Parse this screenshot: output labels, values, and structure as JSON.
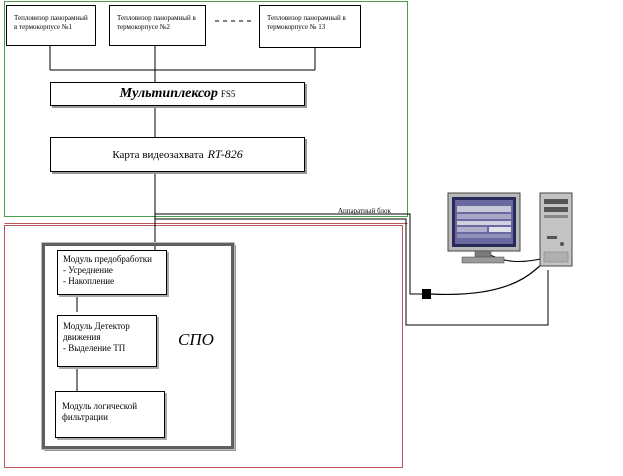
{
  "cameras": [
    {
      "line1": "Тепловизор панорамный",
      "line2": "в термокорпусе №1"
    },
    {
      "line1": "Тепловизор панорамный в",
      "line2": "термокорпусе №2"
    },
    {
      "line1": "Тепловизор панорамный в",
      "line2": "термокорпусе № 13"
    }
  ],
  "multiplexer": {
    "name": "Мультиплексор",
    "model": "FS5"
  },
  "capture_card": {
    "name": "Карта видеозахвата",
    "model": "RT-826"
  },
  "hardware_block_caption": "Аппаратный блок",
  "spo_label": "СПО",
  "modules": [
    {
      "lines": [
        "Модуль предобработки",
        "- Усреднение",
        "- Накопление"
      ]
    },
    {
      "lines": [
        "Модуль Детектор",
        "движения",
        "- Выделение ТП"
      ]
    },
    {
      "lines": [
        "Модуль логической",
        "фильтрации"
      ]
    }
  ],
  "colors": {
    "hardware_frame": "#4f9a4f",
    "software_frame": "#b9575b",
    "spo_border": "#606060"
  },
  "icons": [
    "computer-monitor-icon",
    "computer-tower-icon"
  ]
}
